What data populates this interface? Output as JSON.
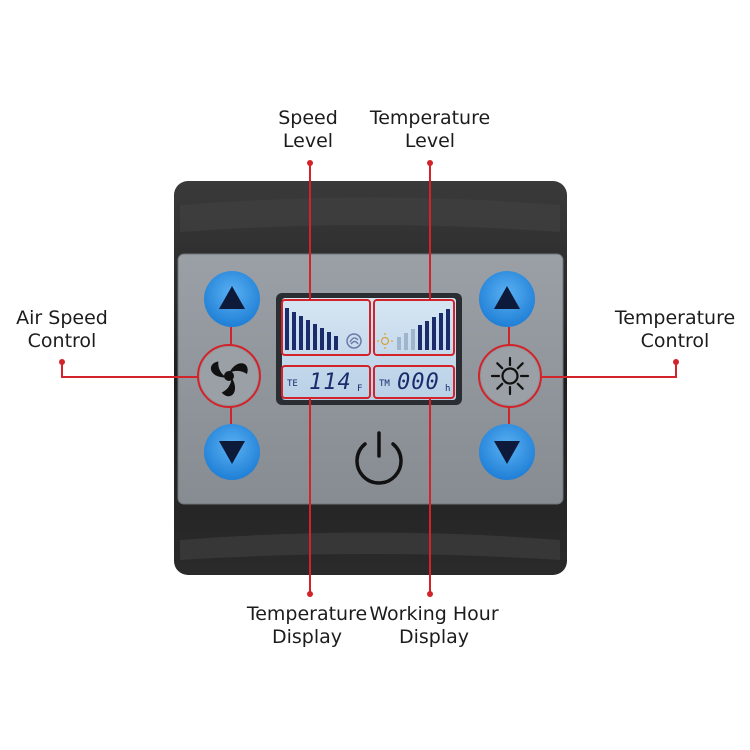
{
  "callouts": {
    "speed_level": [
      "Speed",
      "Level"
    ],
    "temperature_level": [
      "Temperature",
      "Level"
    ],
    "air_speed_control": [
      "Air Speed",
      "Control"
    ],
    "temperature_control": [
      "Temperature",
      "Control"
    ],
    "temperature_display": [
      "Temperature",
      "Display"
    ],
    "working_hour_display": [
      "Working Hour",
      "Display"
    ]
  },
  "lcd": {
    "temp_prefix": "TE",
    "temp_value": "114",
    "temp_unit": "F",
    "hour_prefix": "TM",
    "hour_value": "000",
    "hour_unit": "h"
  },
  "icons": {
    "speed_up": "triangle-up-icon",
    "speed_down": "triangle-down-icon",
    "fan": "fan-icon",
    "sun": "sun-icon",
    "power": "power-icon"
  },
  "colors": {
    "callout_line": "#d3232a",
    "button_blue": "#2e8fe0",
    "panel_gray": "#8e9499",
    "lcd_background": "#c8dced",
    "lcd_segment": "#1a2c6c"
  }
}
